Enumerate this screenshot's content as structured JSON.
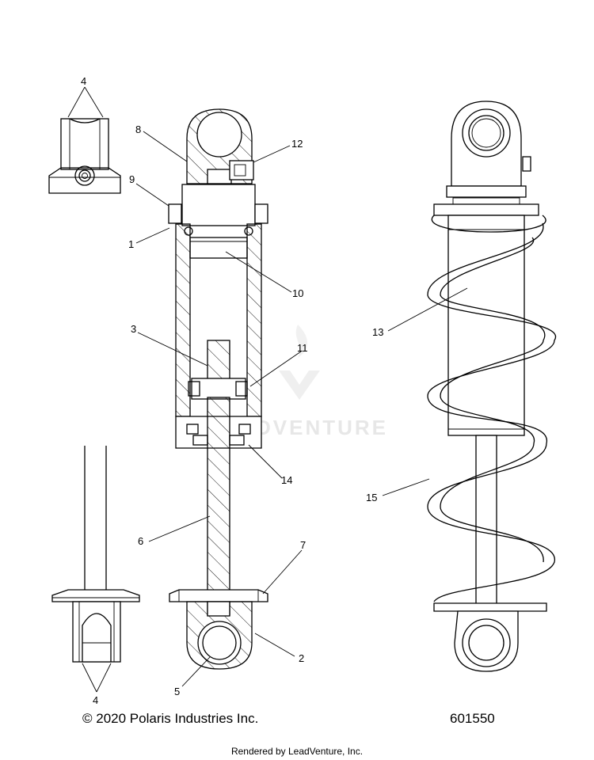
{
  "callouts": {
    "c1": "1",
    "c2": "2",
    "c3": "3",
    "c4_top": "4",
    "c4_bottom": "4",
    "c5": "5",
    "c6": "6",
    "c7": "7",
    "c8": "8",
    "c9": "9",
    "c10": "10",
    "c11": "11",
    "c12": "12",
    "c13": "13",
    "c14": "14",
    "c15": "15"
  },
  "watermark": "LEADVENTURE",
  "footer": {
    "copyright": "© 2020 Polaris Industries Inc.",
    "diagram_id": "601550",
    "rendered_by": "Rendered by LeadVenture, Inc."
  },
  "colors": {
    "line": "#000000",
    "background": "#ffffff",
    "watermark": "#d4d4d4"
  }
}
